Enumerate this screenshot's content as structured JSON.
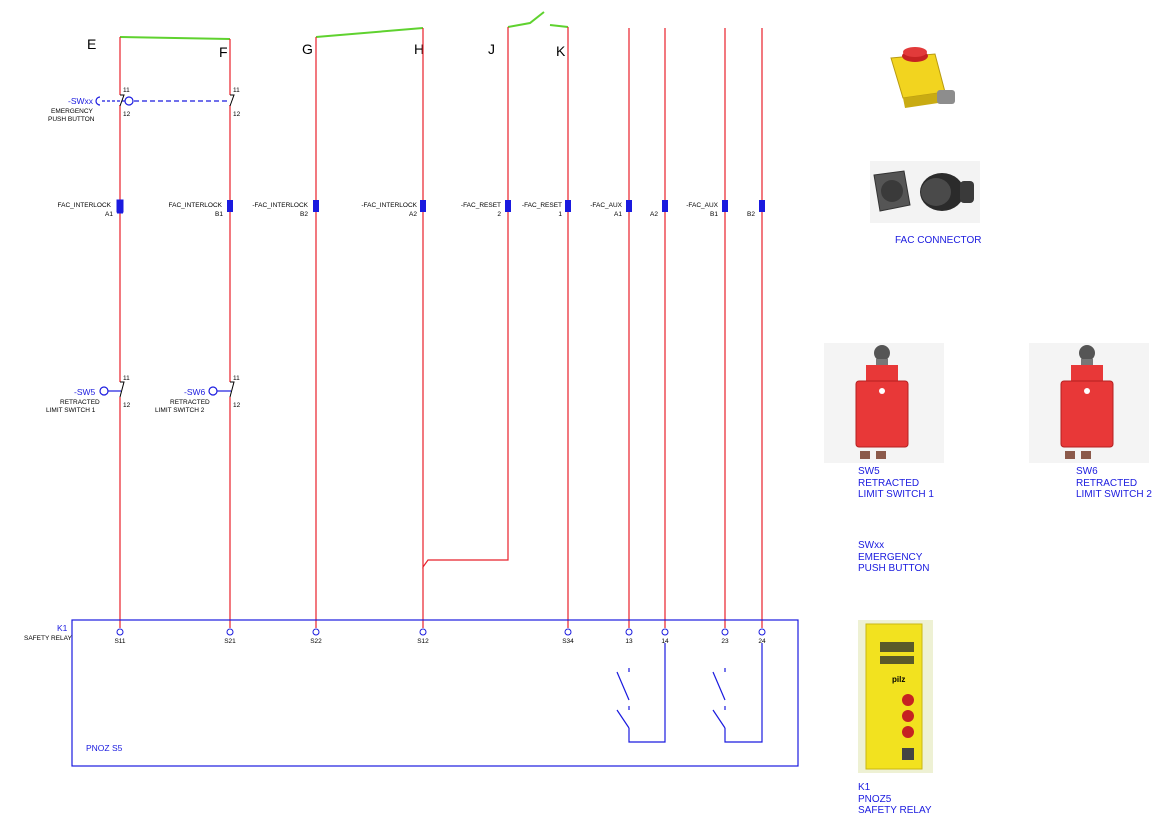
{
  "columns": [
    "E",
    "F",
    "G",
    "H",
    "J",
    "K"
  ],
  "sw_emergency": {
    "tag": "-SWxx",
    "line1": "EMERGENCY",
    "line2": "PUSH BUTTON",
    "t1": "11",
    "t2": "12",
    "t3": "11",
    "t4": "12"
  },
  "connectors": [
    {
      "name": "FAC_INTERLOCK",
      "pin": "A1"
    },
    {
      "name": "FAC_INTERLOCK",
      "pin": "B1"
    },
    {
      "name": "-FAC_INTERLOCK",
      "pin": "B2"
    },
    {
      "name": "-FAC_INTERLOCK",
      "pin": "A2"
    },
    {
      "name": "-FAC_RESET",
      "pin": "2"
    },
    {
      "name": "-FAC_RESET",
      "pin": "1"
    },
    {
      "name": "-FAC_AUX",
      "pin": "A1"
    },
    {
      "name": "",
      "pin": "A2"
    },
    {
      "name": "-FAC_AUX",
      "pin": "B1"
    },
    {
      "name": "",
      "pin": "B2"
    }
  ],
  "sw5": {
    "tag": "-SW5",
    "line1": "RETRACTED",
    "line2": "LIMIT SWITCH 1",
    "t1": "11",
    "t2": "12"
  },
  "sw6": {
    "tag": "-SW6",
    "line1": "RETRACTED",
    "line2": "LIMIT SWITCH 2",
    "t1": "11",
    "t2": "12"
  },
  "relay": {
    "tag": "K1",
    "desc": "SAFETY RELAY",
    "model": "PNOZ S5",
    "terminals": [
      "S11",
      "S21",
      "S22",
      "S12",
      "S34",
      "13",
      "14",
      "23",
      "24"
    ]
  },
  "captions": {
    "fac": "FAC CONNECTOR",
    "sw5": "SW5\nRETRACTED\nLIMIT SWITCH 1",
    "sw6": "SW6\nRETRACTED\nLIMIT SWITCH 2",
    "swxx": "SWxx\nEMERGENCY\nPUSH BUTTON",
    "k1": "K1\nPNOZ5\nSAFETY RELAY"
  },
  "photo_text": {
    "relay_brand": "pilz"
  },
  "colors": {
    "wire": "#e8202a",
    "bridge": "#5fd22f",
    "annotation": "#1a1adf",
    "safety_yellow": "#f2e21f",
    "switch_red": "#e83838"
  }
}
